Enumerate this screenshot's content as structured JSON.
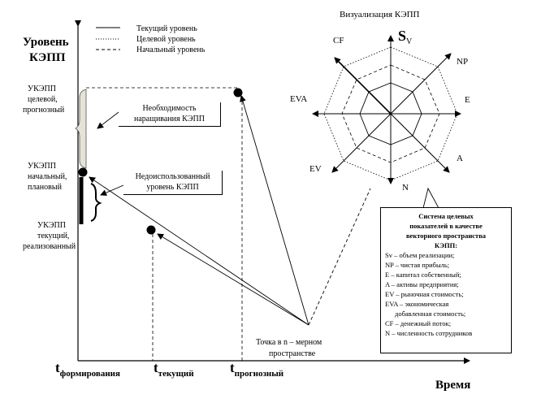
{
  "y_axis_label": [
    "Уровень",
    "КЭПП"
  ],
  "x_axis_label": "Время",
  "legend": [
    {
      "label": "Текущий уровень",
      "style": "solid"
    },
    {
      "label": "Целевой уровень",
      "style": "dotted"
    },
    {
      "label": "Начальный  уровень",
      "style": "dashed"
    }
  ],
  "levels": {
    "target": [
      "УКЭПП",
      "целевой,",
      "прогнозный"
    ],
    "initial": [
      "УКЭПП",
      "начальный,",
      "плановый"
    ],
    "current": [
      "УКЭПП",
      "текущий,",
      "реализованный"
    ]
  },
  "callouts": {
    "need": [
      "Необходимость",
      "наращивания  КЭПП"
    ],
    "underused": [
      "Недоиспользованный",
      "уровень  КЭПП"
    ]
  },
  "time_labels": [
    {
      "main": "t",
      "sub": "формирования"
    },
    {
      "main": "t",
      "sub": "текущий"
    },
    {
      "main": "t",
      "sub": "прогнозный"
    }
  ],
  "point_label": [
    "Точка в n – мерном",
    "пространстве"
  ],
  "radar": {
    "title": "Визуализация КЭПП",
    "axes": [
      {
        "main": "S",
        "sub": "V"
      },
      {
        "main": "NP"
      },
      {
        "main": "E"
      },
      {
        "main": "A"
      },
      {
        "main": "N"
      },
      {
        "main": "EV"
      },
      {
        "main": "EVA"
      },
      {
        "main": "CF"
      }
    ]
  },
  "info_box": {
    "title": [
      "Система целевых",
      "показателей в качестве",
      "векторного пространства",
      "КЭПП:"
    ],
    "items": [
      "Sv – объем реализации;",
      "NP – чистая прибыль;",
      "E – капитал собственный;",
      "A – активы предприятия;",
      "EV – рыночная стоимость;",
      "EVA – экономическая",
      "добавленная стоимость;",
      "CF – денежный поток;",
      "N – численность сотрудников"
    ]
  }
}
